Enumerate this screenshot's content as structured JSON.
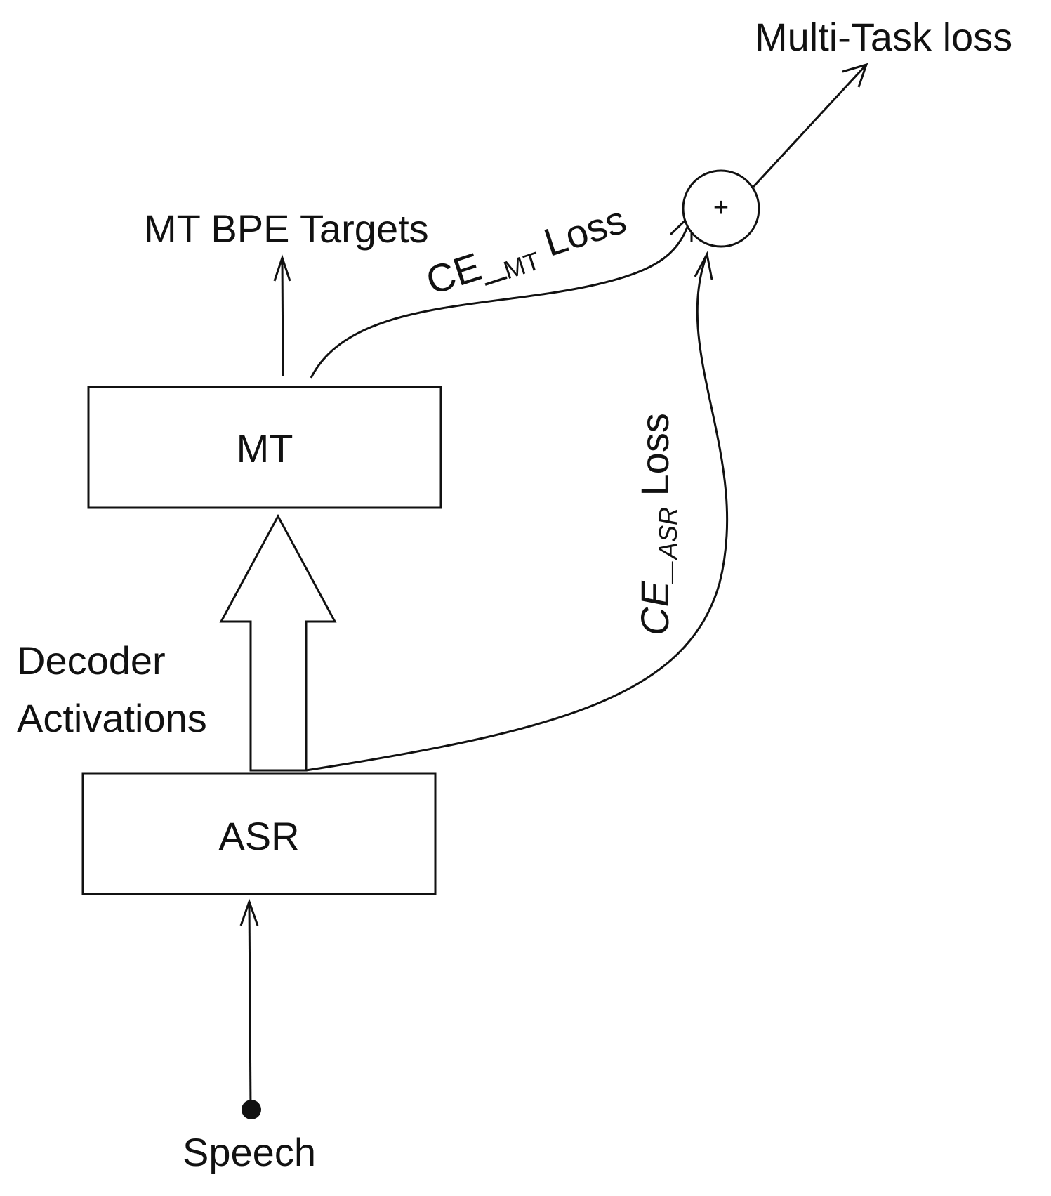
{
  "diagram": {
    "nodes": {
      "mt_box": {
        "label": "MT"
      },
      "asr_box": {
        "label": "ASR"
      },
      "sum_node": {
        "label": "+"
      }
    },
    "labels": {
      "multi_task_loss": "Multi-Task loss",
      "mt_bpe_targets": "MT BPE Targets",
      "ce_mt_loss": {
        "prefix": "CE_",
        "subscript": "MT",
        "suffix": " Loss"
      },
      "ce_asr_loss": {
        "prefix": "CE_",
        "subscript": "ASR",
        "suffix": " Loss"
      },
      "decoder_activations_line1": "Decoder",
      "decoder_activations_line2": "Activations",
      "speech": "Speech"
    },
    "edges": [
      {
        "from": "speech",
        "to": "asr_box",
        "style": "arrow"
      },
      {
        "from": "asr_box",
        "to": "mt_box",
        "style": "block-arrow",
        "label": "Decoder Activations"
      },
      {
        "from": "mt_box",
        "to": "mt_bpe_targets",
        "style": "arrow"
      },
      {
        "from": "mt_box",
        "to": "sum_node",
        "style": "curved-arrow",
        "label": "CE_MT Loss"
      },
      {
        "from": "asr_box",
        "to": "sum_node",
        "style": "curved-arrow",
        "label": "CE_ASR Loss"
      },
      {
        "from": "sum_node",
        "to": "multi_task_loss",
        "style": "arrow"
      }
    ]
  }
}
